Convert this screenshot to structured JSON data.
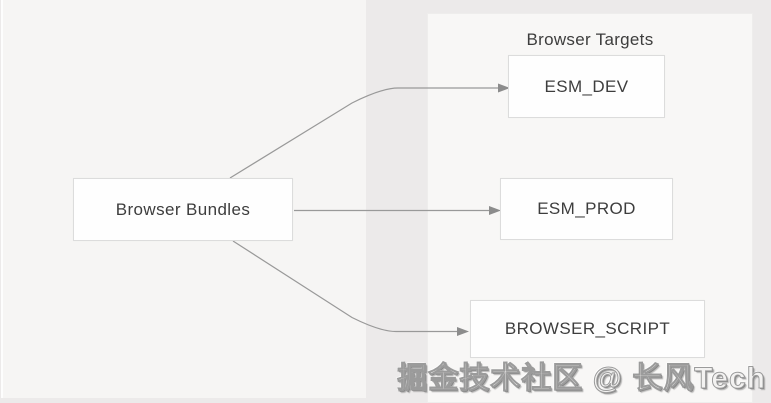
{
  "diagram": {
    "nodes": {
      "source": {
        "label": "Browser Bundles"
      },
      "targets": [
        {
          "label": "ESM_DEV"
        },
        {
          "label": "ESM_PROD"
        },
        {
          "label": "BROWSER_SCRIPT"
        }
      ]
    },
    "cluster": {
      "title": "Browser Targets"
    },
    "edges": [
      {
        "from": "Browser Bundles",
        "to": "ESM_DEV"
      },
      {
        "from": "Browser Bundles",
        "to": "ESM_PROD"
      },
      {
        "from": "Browser Bundles",
        "to": "BROWSER_SCRIPT"
      }
    ]
  },
  "watermark": {
    "text": "掘金技术社区 @ 长风Tech"
  },
  "colors": {
    "page_bg": "#eceaea",
    "canvas_bg": "#f6f5f4",
    "cluster_bg": "#f8f7f6",
    "node_bg": "#fefefe",
    "node_border": "#dcdcdc",
    "edge_line": "#999999",
    "arrowhead": "#8c8c8c",
    "text": "#3d3d3d"
  }
}
